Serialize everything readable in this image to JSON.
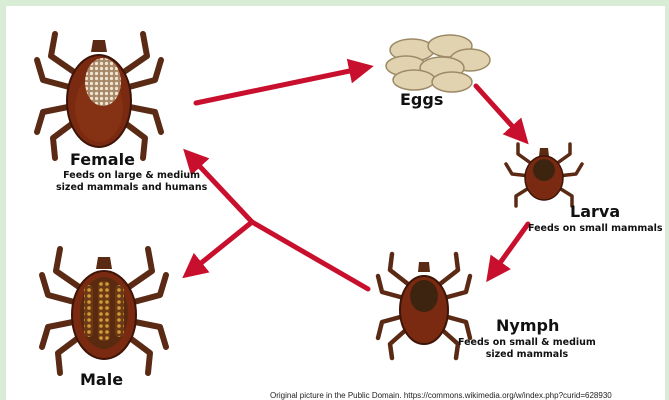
{
  "stages": {
    "female": {
      "title": "Female",
      "desc_1": "Feeds on large & medium",
      "desc_2": "sized mammals and humans"
    },
    "eggs": {
      "title": "Eggs"
    },
    "larva": {
      "title": "Larva",
      "desc_1": "Feeds on small mammals"
    },
    "nymph": {
      "title": "Nymph",
      "desc_1": "Feeds on small & medium",
      "desc_2": "sized mammals"
    },
    "male": {
      "title": "Male"
    }
  },
  "credit": "Original picture in the Public Domain. https://commons.wikimedia.org/w/index.php?curid=628930",
  "colors": {
    "arrow": "#c8102e",
    "tick_body": "#7a2a10",
    "tick_legs": "#5a2a14",
    "scutum": "#3d2410",
    "egg": "#e2d3b0",
    "frame": "#d9ecd6"
  },
  "icons": [
    "female-tick-icon",
    "eggs-icon",
    "larva-tick-icon",
    "nymph-tick-icon",
    "male-tick-icon"
  ]
}
